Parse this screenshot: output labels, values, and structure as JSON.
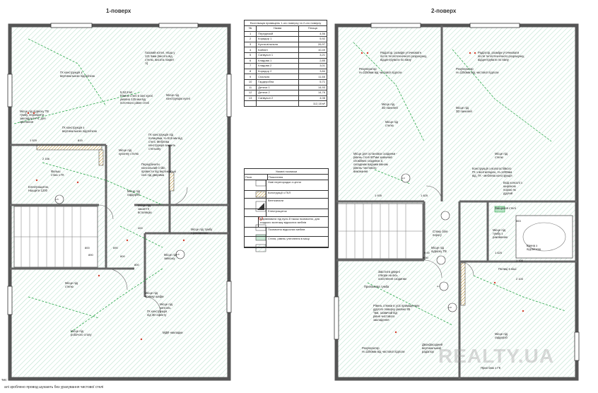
{
  "titles": {
    "floor1": "1-поверх",
    "floor2": "2-поверх"
  },
  "explication": {
    "heading": "Експлікація приміщень 1-ого поверху та 2-ого поверху",
    "columns": [
      "№",
      "Назва",
      "Площа"
    ],
    "rows": [
      [
        "1",
        "Передпокій",
        "4,56"
      ],
      [
        "2",
        "Коридор 1",
        "5,92"
      ],
      [
        "3",
        "Кухня-вітальня",
        "26,97"
      ],
      [
        "4",
        "Кабінет",
        "10,49"
      ],
      [
        "5",
        "Санвузол 1",
        "3,21"
      ],
      [
        "6",
        "Кладова 1",
        "2,85"
      ],
      [
        "7",
        "Кладова 2",
        "3,01"
      ],
      [
        "8",
        "Коридор 2",
        "3,84"
      ],
      [
        "9",
        "Спальня",
        "11,65"
      ],
      [
        "10",
        "Гардеробна",
        "5,71"
      ],
      [
        "11",
        "Дитяча 1",
        "14,93"
      ],
      [
        "12",
        "Дитяча 2",
        "14,76"
      ],
      [
        "13",
        "Санвузол 2",
        "4,08"
      ],
      [
        "",
        "",
        "112,18 м²"
      ]
    ]
  },
  "legend": {
    "heading": "Умовні позначки",
    "columns": [
      "Позн.",
      "Пояснення"
    ],
    "rows": [
      "Нові перегородки з цегли",
      "Конструкції з ГКЛ",
      "Вентканали",
      "Електрощиток",
      "Вирівнювати під нуль й також позначено, для гладкого монтажу відкосних меблів",
      "Позначено відкосних меблів",
      "Стеля, рівень утеплення в місці"
    ]
  },
  "floor1_notes": [
    "Газовий котел, Ніша у\n121 5мм (висота від\nстелю, висота покрит\nті)",
    "5,52,8 м²\nРівень стелі в зоні кухні\nумовно 125 мм від\nпоточного рівня стелі",
    "Місце під\nконструкцію кухні",
    "ГК конструкція з\nвертикальною підсвіткою",
    "Місце під підвісну ТВ\nтумбу, перевіряти\nзакладну в ГК, для\nкріплення",
    "ГК конструкція з\nвертикальною підсвіткою",
    "Фальш\nстіна з ГК",
    "Електрощиток,\nНшщити 1200",
    "Місце під\nкухонну стелю",
    "ГК конструкція під\nполицями, Н=515 мм від\nстелі. Меблева\nконструкція закрить\nстельову",
    "Передбачити\nконсольний стійл,\nпровести під вертикальні\nсклі під дверима",
    "Місце під\nгардероб",
    "Місце під\nзашиття\nвсталяцію",
    "Місце під тумбу\nз раковиною",
    "Місце під\nзавіську",
    "Місце під\nпримку шафи",
    "Місце під\nстелю",
    "Місце під\nконсоль",
    "ГК конструкція\nпід 3D ефекту",
    "Місце під\nробочого столу",
    "МДФ накладки"
  ],
  "floor2_notes": [
    "Радіатор, розміри уточнюватн\nпісля теплотехнічного розрахунку,\nвідцентрувати по вікну",
    "Радіатор, розміри уточнювати\nпісля теплотехнічного розрахунку,\nвідцентрувати по вікну",
    "Рекуператор\nН=2250мм від чистової підлоги",
    "Рекуператор\nН=2250мм від чистової підлоги",
    "Місце під\n3D панелей",
    "Місце під\n3D панелей",
    "Місце під\nстелю",
    "Місце під\nстелю",
    "Місце для остановок сходинки -\nрівень стелі 80\"мм зазвичай\nспокійних сходинок зі\nскладним вхідним вікном\nрівень чистового\nвиконання",
    "Конструкція з вологостійкого\nГК з вентиляцією, Н=1200мм\nвід, ГК - меблева конструкція",
    "Місце під\nтумбу з\nраковиною",
    "Вхід консолі з\nширокою\nпорою як\nдругий",
    "Зміщення стелі",
    "Стяжу біля\nпорогу",
    "Місце під\nпідвісну ТВ",
    "Ванна з\nпідсвіткою",
    "Полиці в ніші",
    "Змістити дверні\nотвори на вісь\nосвітлення сходинки",
    "Приліжкова тумба",
    "Рівень стяжки в усіх приміщеннях\nдругого поверху умовно 85\n\"мм, зазвичай від\nрівня чистового\nзакладення",
    "Рекуператор\nН=2250мм від чистової підлоги",
    "Двохфасадний\nвертикальний\nрадіатор",
    "Місце під\nгардероб",
    "Пристінок з ГК"
  ],
  "dimensions_floor1": [
    "815",
    "1 520",
    "2 156",
    "800",
    "890",
    "690",
    "800",
    "800",
    "400"
  ],
  "dimensions_floor2": [
    "1 935",
    "1 825",
    "9 00",
    "9 00",
    "1 625",
    "553",
    "1 100",
    "2 100"
  ],
  "axis_marks": [
    "А-5",
    "А-5",
    "А-6",
    "А-7",
    "А-8"
  ],
  "watermark": "REALTY.UA",
  "footer_note": "алі зроблено провод шукають без урахування чистової стелі",
  "side_label": "тис",
  "colors": {
    "hatch": "#7fc8a0",
    "wall": "#555555",
    "dashed_green": "#2aa84a",
    "note_red": "#d23c2a"
  }
}
